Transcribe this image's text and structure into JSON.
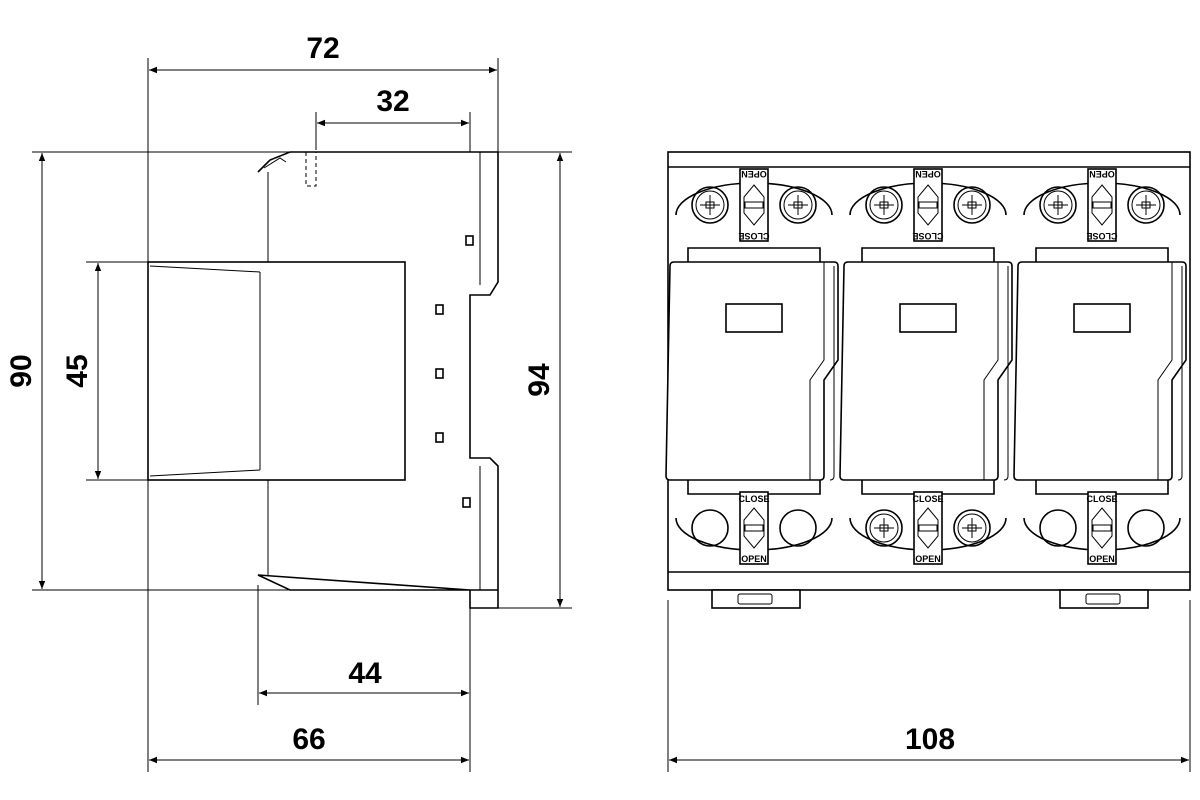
{
  "side_view": {
    "dimensions": {
      "overall_depth": "72",
      "top_offset": "32",
      "height": "90",
      "front_height": "45",
      "rail_height": "94",
      "base_depth": "44",
      "depth_to_rail": "66"
    }
  },
  "front_view": {
    "width_dimension": "108",
    "modules": [
      {
        "top_label_open": "OPEN",
        "top_label_close": "CLOSE",
        "bottom_label_close": "CLOSE",
        "bottom_label_open": "OPEN",
        "bottom_screws": false
      },
      {
        "top_label_open": "OPEN",
        "top_label_close": "CLOSE",
        "bottom_label_close": "CLOSE",
        "bottom_label_open": "OPEN",
        "bottom_screws": true
      },
      {
        "top_label_open": "OPEN",
        "top_label_close": "CLOSE",
        "bottom_label_close": "CLOSE",
        "bottom_label_open": "OPEN",
        "bottom_screws": false
      }
    ]
  }
}
